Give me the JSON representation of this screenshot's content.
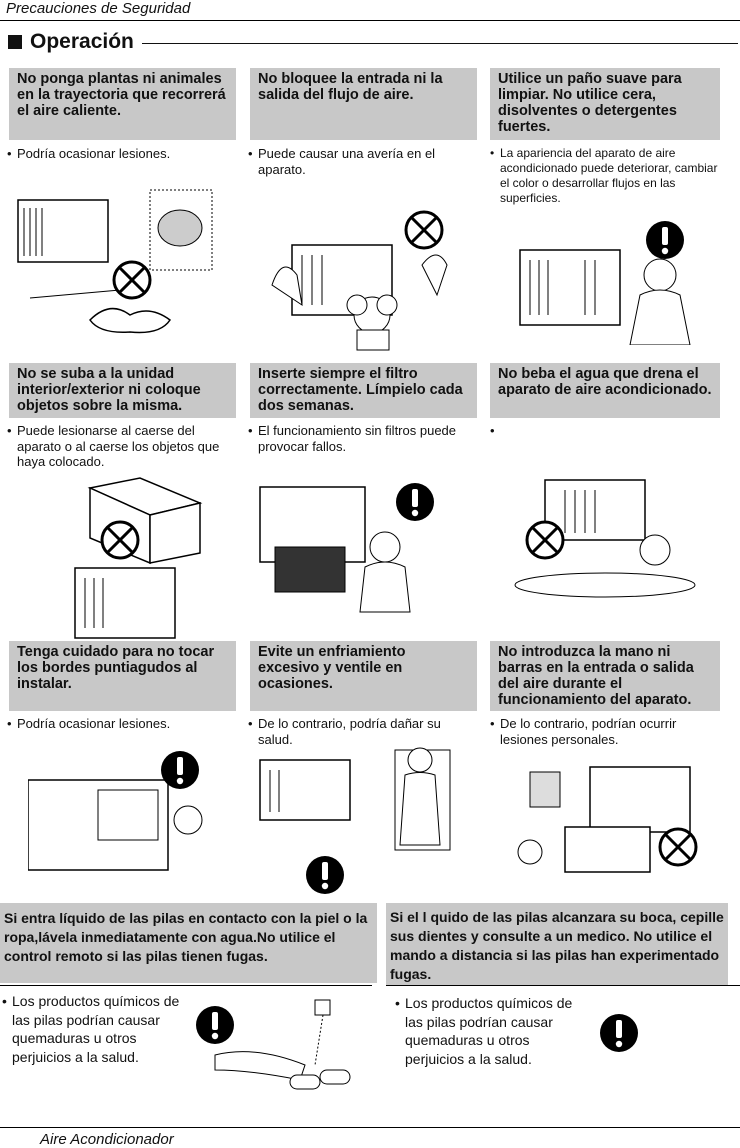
{
  "header": {
    "title": "Precauciones de Seguridad"
  },
  "section": {
    "title": "Operación"
  },
  "cards": [
    {
      "title": "No ponga plantas ni animales en la trayectoria que recorrerá el aire caliente.",
      "desc": "Podría ocasionar lesiones.",
      "symbol": "prohibition"
    },
    {
      "title": "No bloquee la entrada ni la salida del flujo de aire.",
      "desc": "Puede causar una avería en el aparato.",
      "symbol": "prohibition"
    },
    {
      "title": "Utilice un paño suave para limpiar. No utilice cera, disolventes o detergentes fuertes.",
      "desc": "La apariencia del aparato de aire acondicionado puede deteriorar, cambiar el color o desarrollar flujos en las superficies.",
      "symbol": "warning"
    },
    {
      "title": "No se suba a la unidad interior/exterior ni coloque objetos sobre la misma.",
      "desc": "Puede lesionarse al caerse del aparato o al caerse los objetos que haya colocado.",
      "symbol": "prohibition"
    },
    {
      "title": "Inserte siempre el filtro correctamente. Límpielo cada dos semanas.",
      "desc": "El funcionamiento sin filtros puede provocar fallos.",
      "symbol": "warning"
    },
    {
      "title": "No beba el agua que drena el aparato de aire acondicionado.",
      "desc": "",
      "symbol": "prohibition"
    },
    {
      "title": "Tenga cuidado para no tocar los bordes puntiagudos al instalar.",
      "desc": "Podría ocasionar lesiones.",
      "symbol": "warning"
    },
    {
      "title": "Evite un enfriamiento excesivo y ventile en ocasiones.",
      "desc": "De lo contrario, podría dañar su salud.",
      "symbol": "warning"
    },
    {
      "title": "No introduzca la mano ni barras en la entrada o salida del aire durante el funcionamiento del aparato.",
      "desc": "De lo contrario, podrían ocurrir lesiones personales.",
      "symbol": "prohibition"
    }
  ],
  "battery_left": {
    "title": "Si entra líquido de las pilas en contacto con la piel o la ropa,lávela inmediatamente con agua.No utilice el control remoto si las pilas tienen fugas.",
    "desc": "Los productos químicos de las pilas podrían causar quemaduras u otros perjuicios a la salud."
  },
  "battery_right": {
    "title": "Si el l quido de las pilas alcanzara su boca, cepille sus dientes y consulte a un medico. No utilice el mando a distancia si las pilas han experimentado fugas.",
    "desc": "Los productos químicos de las pilas podrían causar quemaduras u otros perjuicios a la salud."
  },
  "bullet": "•",
  "footer": {
    "title": "Aire Acondicionador"
  }
}
